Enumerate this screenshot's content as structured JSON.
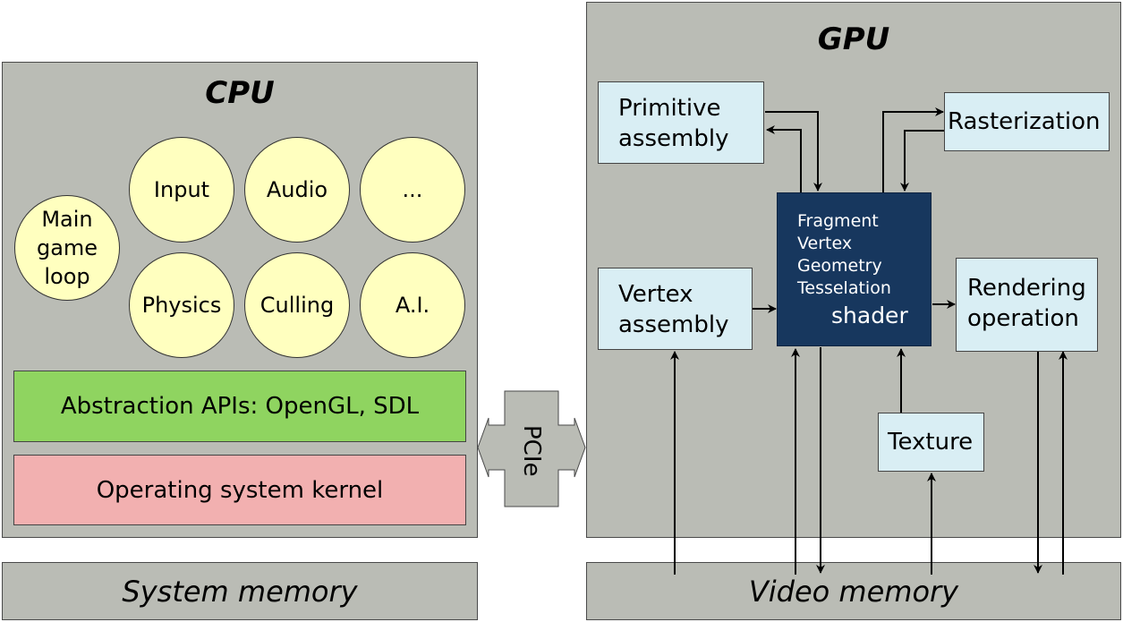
{
  "cpu": {
    "title": "CPU",
    "main_loop": "Main\ngame\nloop",
    "tasks": [
      "Input",
      "Audio",
      "...",
      "Physics",
      "Culling",
      "A.I."
    ],
    "abstraction": "Abstraction APIs: OpenGL, SDL",
    "kernel": "Operating system kernel",
    "colors": {
      "panel": "#babcb5",
      "task": "#ffffbf",
      "abstraction": "#8fd460",
      "kernel": "#f2b0b0"
    }
  },
  "bus": {
    "label": "PCIe"
  },
  "gpu": {
    "title": "GPU",
    "primitive": "Primitive\nassembly",
    "rasterization": "Rasterization",
    "vertex": "Vertex\nassembly",
    "rendering": "Rendering\noperation",
    "texture": "Texture",
    "shader_types": [
      "Fragment",
      "Vertex",
      "Geometry",
      "Tesselation"
    ],
    "shader": "shader",
    "colors": {
      "stage": "#d9eef4",
      "shader": "#17375e"
    }
  },
  "memory": {
    "system": "System memory",
    "video": "Video memory"
  }
}
